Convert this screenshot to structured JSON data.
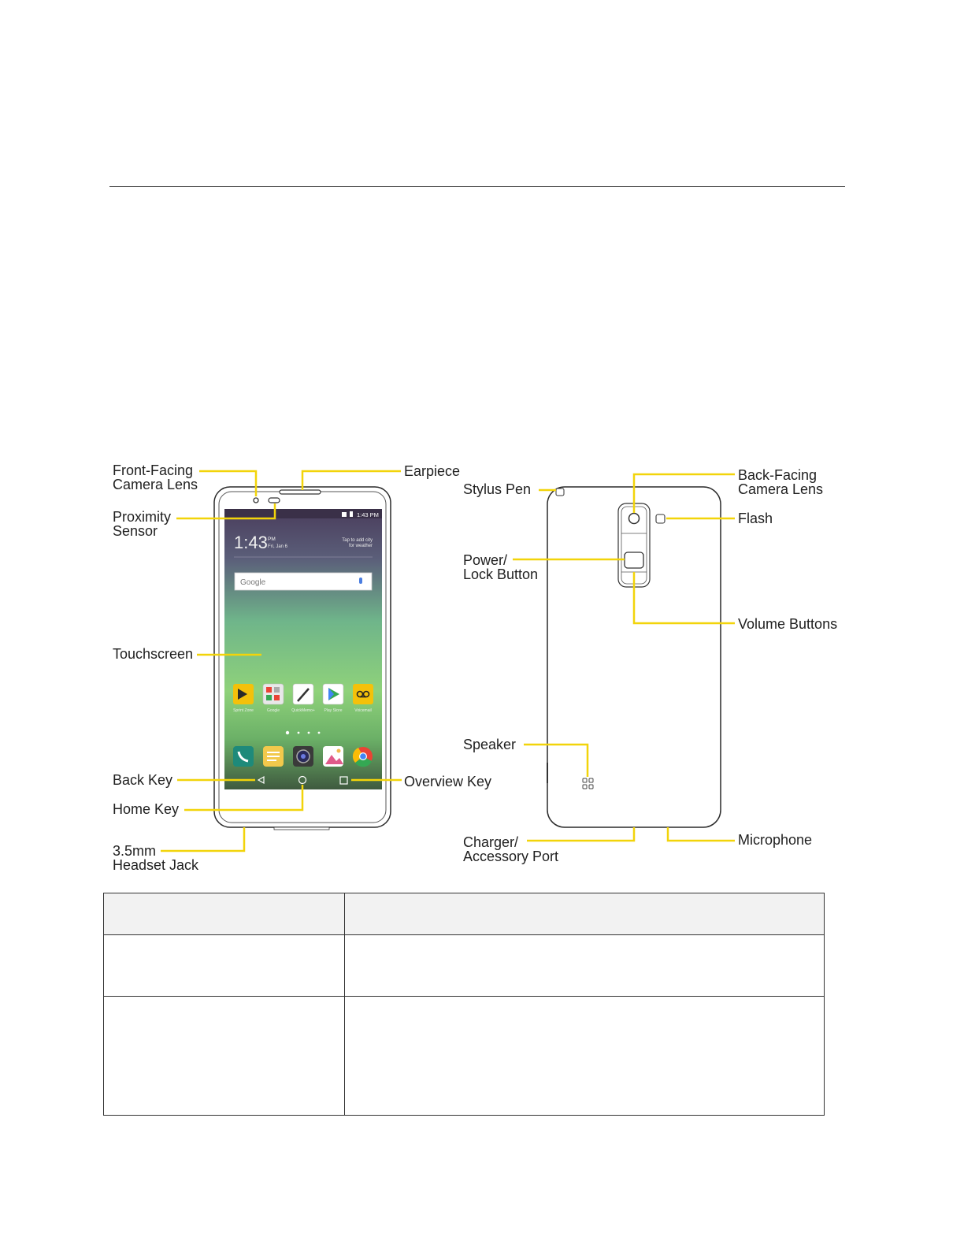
{
  "colors": {
    "callout": "#f2d40a",
    "outline": "#2a2a2a",
    "header_fill": "#f2f2f2"
  },
  "front": {
    "status_time": "1:43 PM",
    "clock_time": "1:43",
    "clock_ampm": "PM",
    "clock_date": "Fri, Jan 6",
    "weather_line1": "Tap to add city",
    "weather_line2": "for weather",
    "search_brand": "Google",
    "apps": [
      "Sprint Zone",
      "Google",
      "QuickMemo+",
      "Play Store",
      "Voicemail"
    ],
    "dock_icons": [
      "phone-icon",
      "messaging-icon",
      "camera-icon",
      "gallery-icon",
      "chrome-icon"
    ],
    "nav_icons": [
      "back-triangle-icon",
      "home-circle-icon",
      "overview-square-icon"
    ]
  },
  "labels": {
    "front_camera": [
      "Front-Facing",
      "Camera Lens"
    ],
    "earpiece": "Earpiece",
    "proximity": [
      "Proximity",
      "Sensor"
    ],
    "touchscreen": "Touchscreen",
    "back_key": "Back Key",
    "overview_key": "Overview Key",
    "home_key": "Home Key",
    "headset_jack": [
      "3.5mm",
      "Headset Jack"
    ],
    "stylus": "Stylus Pen",
    "back_camera": [
      "Back-Facing",
      "Camera Lens"
    ],
    "flash": "Flash",
    "power": [
      "Power/",
      "Lock Button"
    ],
    "volume": "Volume Buttons",
    "speaker": "Speaker",
    "charger": [
      "Charger/",
      "Accessory Port"
    ],
    "microphone": "Microphone"
  },
  "table": {
    "rows": [
      [
        "",
        ""
      ],
      [
        "",
        ""
      ],
      [
        "",
        ""
      ]
    ]
  }
}
